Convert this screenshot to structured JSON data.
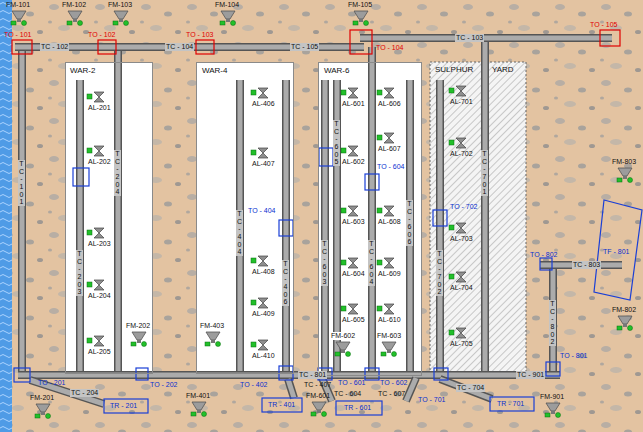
{
  "diagram": {
    "nodes": [
      {
        "text": [
          "WAR-2"
        ]
      },
      {
        "text": [
          "WAR-4"
        ]
      },
      {
        "text": [
          "WAR-6"
        ]
      },
      {
        "text": [
          "SULPHUR",
          "YARD"
        ]
      }
    ],
    "labels": [
      "FM-101",
      "FM-102",
      "FM-103",
      "FM-104",
      "FM-105",
      "TO - 101",
      "TO - 102",
      "TO - 103",
      "TO - 104",
      "TO - 105",
      "TC - 102",
      "TC - 104",
      "TC - 105",
      "TC - 103",
      "TC - 101",
      "AL-201",
      "AL-202",
      "AL-203",
      "AL-204",
      "AL-205",
      "TC - 203",
      "TC - 204",
      "FM-202",
      "AL-406",
      "AL-407",
      "TO - 404",
      "AL-408",
      "AL-409",
      "AL-410",
      "TC - 404",
      "TC - 406",
      "FM-403",
      "AL-601",
      "AL-602",
      "AL-603",
      "AL-604",
      "AL-605",
      "AL-606",
      "AL-607",
      "TO - 604",
      "AL-608",
      "AL-609",
      "AL-610",
      "TC - 603",
      "TC - 605",
      "TC - 604",
      "TC - 606",
      "FM-602",
      "FM-603",
      "AL-701",
      "AL-702",
      "TO - 702",
      "AL-703",
      "AL-704",
      "AL-705",
      "TC - 702",
      "TC - 701",
      "TO - 802",
      "TC - 803",
      "TF - 801",
      "FM-803",
      "FM-802",
      "TC - 802",
      "TO - 801",
      "TC - 901",
      "FM-901",
      "TO - 201",
      "TC - 204",
      "TR - 201",
      "FM-201",
      "TO - 202",
      "FM-401",
      "TO - 402",
      "TC - 801",
      "TC - 407",
      "TR - 401",
      "FM-601",
      "TO - 601",
      "TO - 602",
      "TC - 604",
      "TC - 607",
      "TR - 601",
      "TO - 701",
      "TC - 704",
      "TR - 701"
    ]
  }
}
